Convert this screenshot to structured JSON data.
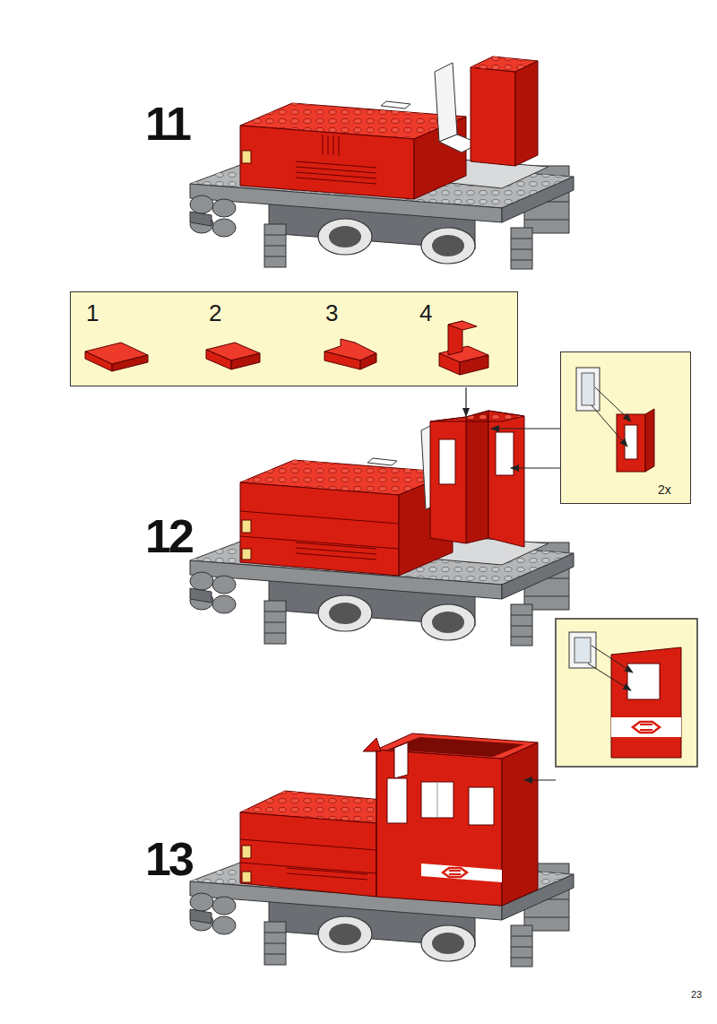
{
  "diagram": {
    "nodes": [
      {
        "text": [
          "1",
          "2",
          "3",
          "4"
        ]
      },
      {
        "text": [
          "2x"
        ]
      }
    ],
    "labels": [
      "11",
      "12",
      "13",
      "23"
    ]
  }
}
